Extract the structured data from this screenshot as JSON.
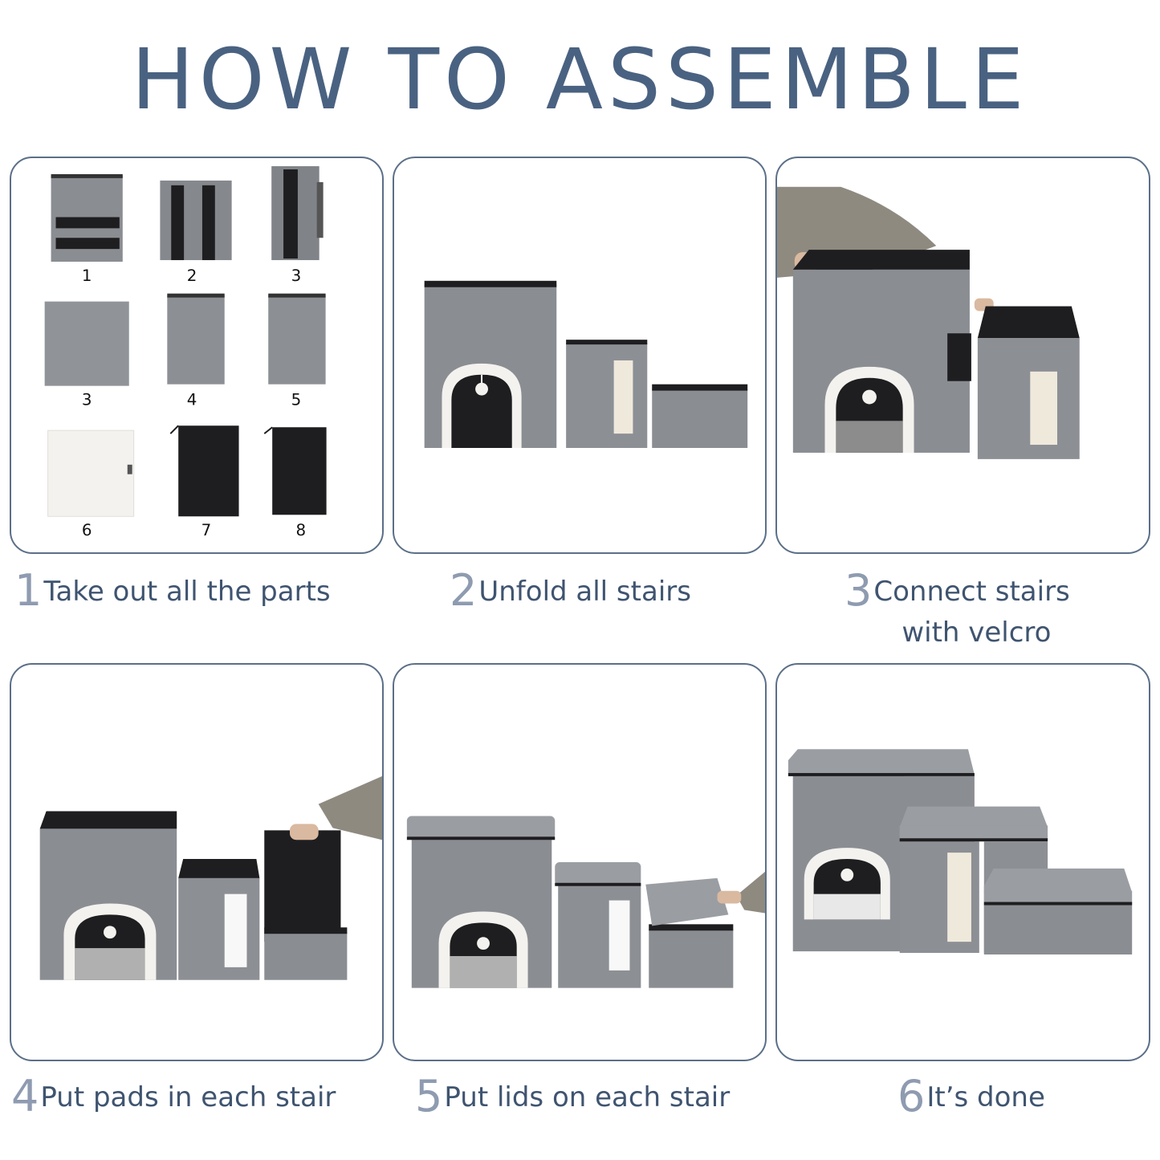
{
  "title": "HOW TO ASSEMBLE",
  "parts_labels": [
    "1",
    "2",
    "3",
    "3",
    "4",
    "5",
    "6",
    "7",
    "8"
  ],
  "steps": [
    {
      "number": "1",
      "text": "Take out all the parts"
    },
    {
      "number": "2",
      "text": "Unfold all stairs"
    },
    {
      "number": "3",
      "text": "Connect stairs",
      "text2": "with velcro"
    },
    {
      "number": "4",
      "text": "Put pads in each stair"
    },
    {
      "number": "5",
      "text": "Put lids on each stair"
    },
    {
      "number": "6",
      "text": "It’s done"
    }
  ],
  "colors": {
    "title": "#4a6281",
    "caption": "#3f5470",
    "step_number": "#8e9bb0",
    "panel_border": "#5b6f88",
    "felt_gray": "#8a8d92",
    "velcro_black": "#1e1e20",
    "plush_white": "#f3f2ee"
  }
}
